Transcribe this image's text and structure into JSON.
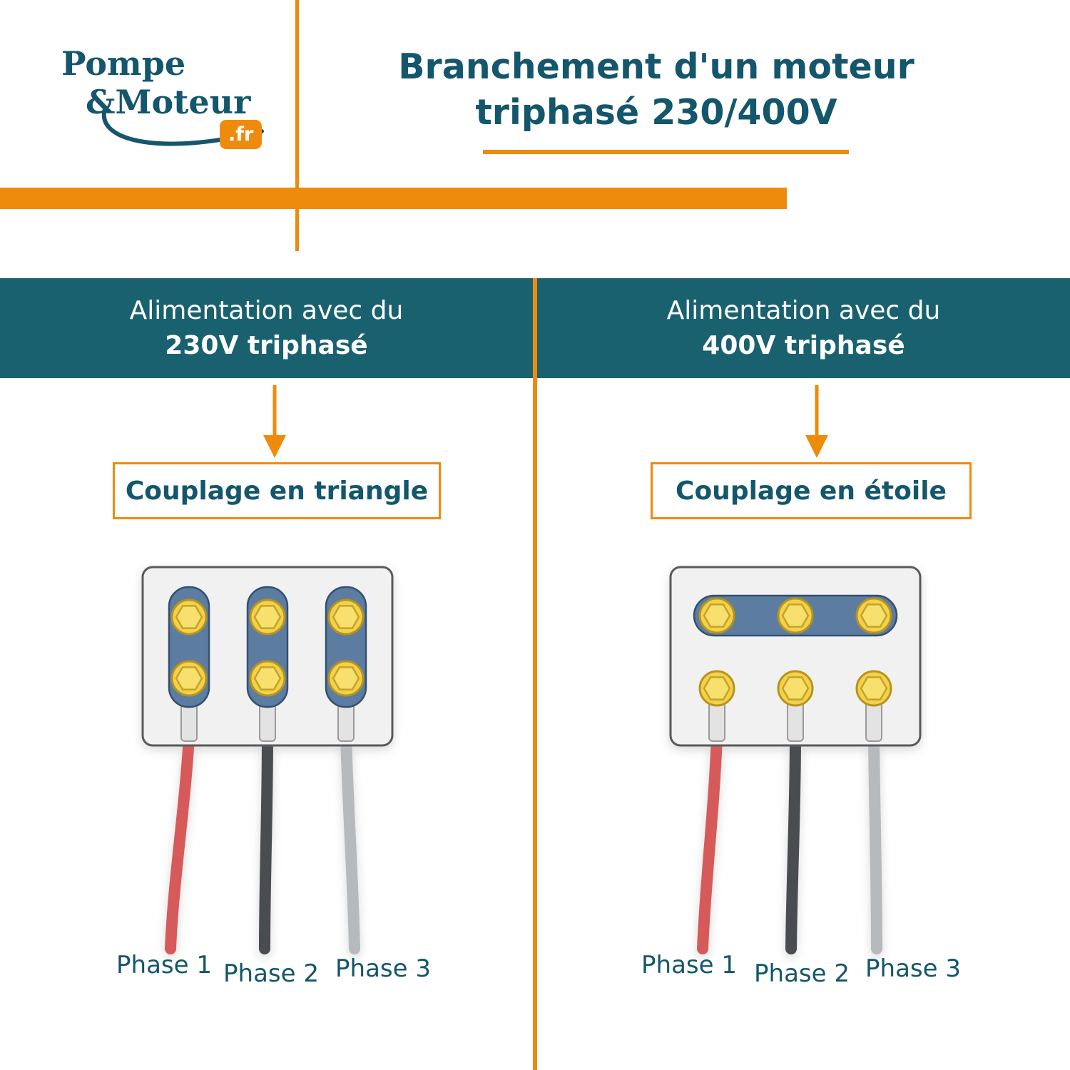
{
  "logo": {
    "word1": "Pompe",
    "word2": "&Moteur",
    "tld": ".fr"
  },
  "title": {
    "line1": "Branchement d'un moteur",
    "line2": "triphasé 230/400V"
  },
  "columns": [
    {
      "header_line1": "Alimentation avec du",
      "header_line2": "230V triphasé",
      "coupling_label": "Couplage en triangle",
      "coupling_type": "triangle",
      "phases": [
        "Phase 1",
        "Phase 2",
        "Phase 3"
      ]
    },
    {
      "header_line1": "Alimentation avec du",
      "header_line2": "400V triphasé",
      "coupling_label": "Couplage en étoile",
      "coupling_type": "étoile",
      "phases": [
        "Phase 1",
        "Phase 2",
        "Phase 3"
      ]
    }
  ],
  "colors": {
    "teal": "#14566b",
    "orange": "#ef8b0c",
    "header_teal": "#19616f",
    "bolt_yellow": "#f2d24b",
    "terminal_slate": "#5c7da1",
    "block_bg": "#f1f1f1",
    "wire_phase1": "#d75a5a",
    "wire_phase2": "#4a4d50",
    "wire_phase3": "#b7babd"
  }
}
